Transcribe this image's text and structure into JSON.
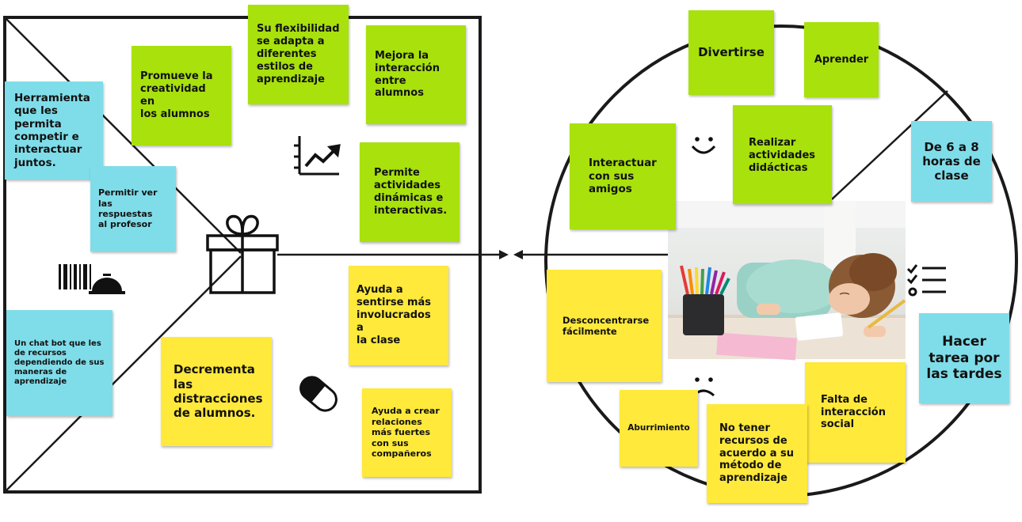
{
  "colors": {
    "gain_note": "#a8e10c",
    "pain_note": "#ffe93b",
    "context_note": "#7fdde9",
    "line": "#1a1a1a"
  },
  "icons": [
    "gift-icon",
    "barcode-service-bell-icon",
    "growth-chart-icon",
    "pill-icon",
    "smiley-face-icon",
    "sad-face-icon",
    "checklist-icon",
    "arrow-left-icon"
  ],
  "value_map": {
    "notes": [
      "Herramienta\nque les\npermita\ncompetir e\ninteractuar\njuntos.",
      "Permitir ver\nlas respuestas\nal profesor",
      "Un chat bot que les\nde recursos\ndependiendo de sus\nmaneras de\naprendizaje",
      "Promueve la\ncreatividad en\nlos alumnos",
      "Su flexibilidad\nse adapta a\ndiferentes\nestilos de\naprendizaje",
      "Mejora la\ninteracción\nentre alumnos",
      "Permite\nactividades\ndinámicas e\ninteractivas.",
      "Ayuda a\nsentirse más\ninvolucrados a\nla clase",
      "Decrementa\nlas\ndistracciones\nde alumnos.",
      "Ayuda a crear\nrelaciones\nmás fuertes\ncon sus\ncompañeros"
    ]
  },
  "customer_profile": {
    "notes": [
      "Divertirse",
      "Aprender",
      "Interactuar\ncon sus\namigos",
      "Realizar\nactividades\ndidácticas",
      "De 6 a 8\nhoras de\nclase",
      "Hacer\ntarea por\nlas tardes",
      "Desconcentrarse\nfácilmente",
      "Falta de\ninteracción\nsocial",
      "Aburrimiento",
      "No tener\nrecursos de\nacuerdo a su\nmétodo de\naprendizaje"
    ],
    "photo": {
      "subject": "child-resting-head-on-desk-photo"
    }
  }
}
